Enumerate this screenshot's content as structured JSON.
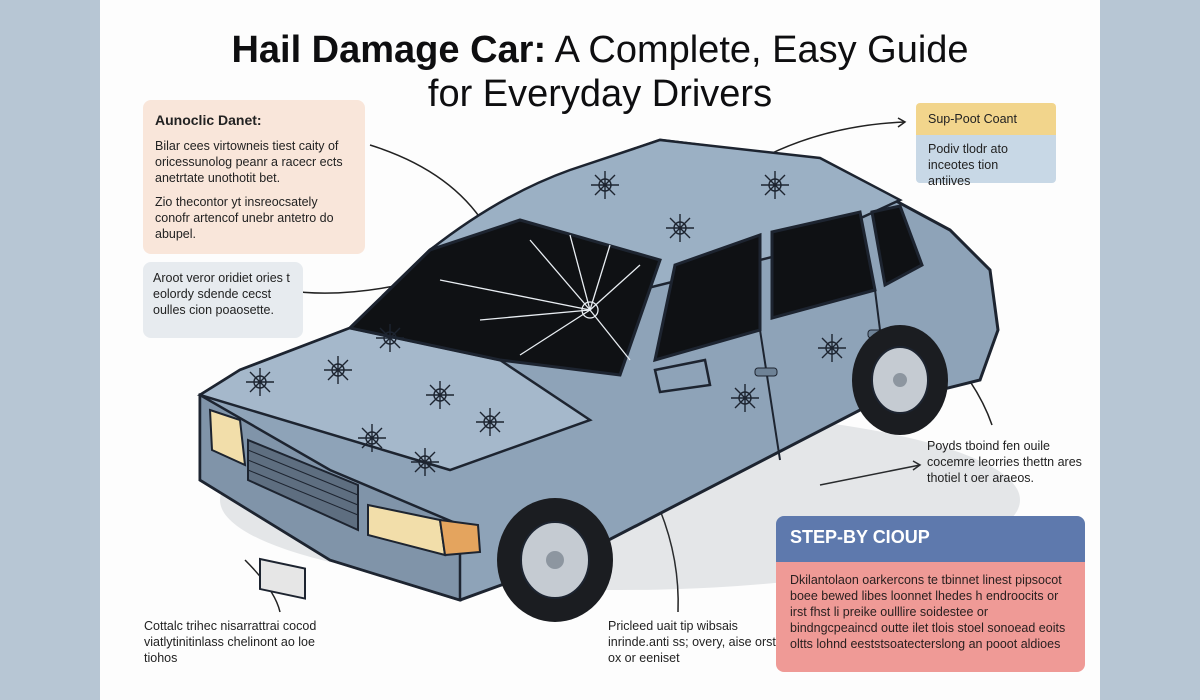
{
  "title": {
    "line1_bold": "Hail Damage Car:",
    "line1_rest": " A Complete, Easy Guide",
    "line2": "for Everyday Drivers"
  },
  "callouts": {
    "auto": {
      "heading": "Aunoclic Danet:",
      "p1": "Bilar cees virtowneis tiest caity of oricessunolog peanr a racecr ects anetrtate unothotit bet.",
      "p2": "Zio thecontor yt insreocsately conofr artencof unebr antetro do abupel."
    },
    "side": {
      "text": "Aroot veror oridiet ories t eolordy sdende cecst oulles cion poaosette."
    },
    "spot": {
      "heading": "Sup-Poot Coant",
      "body": "Podiv tlodr ato inceotes tion antiives"
    },
    "right": {
      "text": "Poyds tboind fen ouile cocemre leorries thettn ares thotiel t oer araeos."
    },
    "bottom_left": {
      "text": "Cottalc trihec nisarrattrai cocod viatlytinitinlass chelinont ao loe tiohos"
    },
    "bottom_mid": {
      "text": "Pricleed uait tip wibsais inrinde.anti ss; overy, aise orst ox or eeniset"
    },
    "step": {
      "heading": "STEP-BY CIOUP",
      "body": "Dkilantolaon oarkercons te tbinnet linest pipsocot boee bewed libes loonnet lhedes h endroocits or irst fhst li preike oulllire soidestee or bindngcpeaincd outte ilet tlois stoel sonoead eoits oltts lohnd eeststsoatecterslong an pooot aldioes"
    }
  },
  "colors": {
    "page_bg": "#fdfdfd",
    "side_bg": "#b7c6d4",
    "car_body": "#8ea3b8",
    "step_header": "#5e79ad",
    "step_body": "#ef9a96",
    "spot_header": "#f2d58c",
    "spot_body": "#c8d8e6",
    "auto_bg": "#f9e6da"
  }
}
